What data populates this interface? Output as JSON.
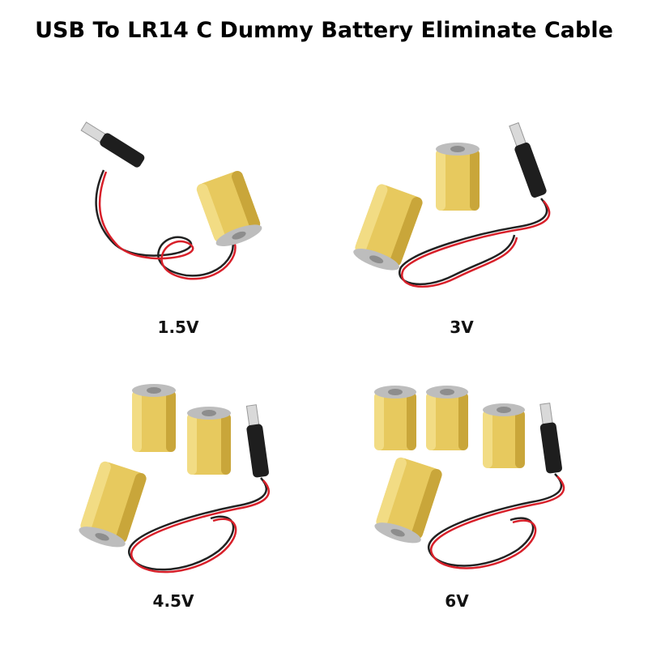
{
  "title": "USB To LR14 C Dummy Battery Eliminate Cable",
  "colors": {
    "battery": "#e7c95e",
    "battery_shade": "#c9a63a",
    "cap": "#bdbdbd",
    "usb_body": "#1e1e1e",
    "usb_plug": "#d9d9d9",
    "wire_red": "#d8202a",
    "wire_black": "#222222"
  },
  "variants": [
    {
      "voltage": "1.5V",
      "battery_count": 1
    },
    {
      "voltage": "3V",
      "battery_count": 2
    },
    {
      "voltage": "4.5V",
      "battery_count": 3
    },
    {
      "voltage": "6V",
      "battery_count": 4
    }
  ]
}
